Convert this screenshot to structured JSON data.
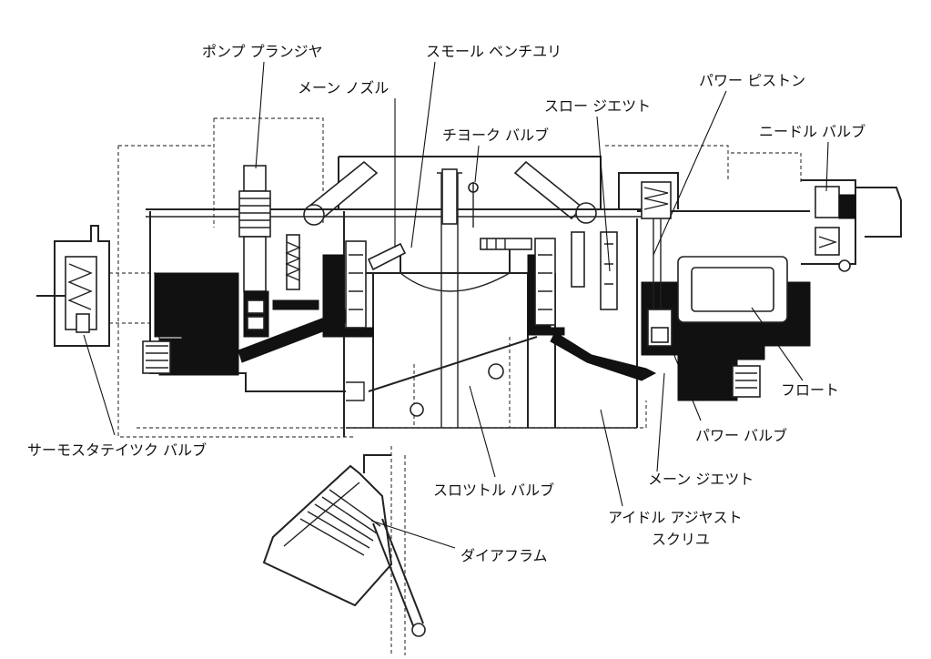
{
  "labels": {
    "pump_plunger": "ポンプ プランジヤ",
    "main_nozzle": "メーン ノズル",
    "small_venturi": "スモール ベンチユリ",
    "choke_valve": "チヨーク バルブ",
    "slow_jet": "スロー ジエツト",
    "power_piston": "パワー ピストン",
    "needle_valve": "ニードル バルブ",
    "float": "フロート",
    "power_valve": "パワー バルブ",
    "main_jet": "メーン ジエツト",
    "idle_adjust_1": "アイドル アジヤスト",
    "idle_adjust_2": "スクリユ",
    "diaphragm": "ダイアフラム",
    "throttle_valve": "スロツトル バルブ",
    "thermostatic_valve": "サーモスタテイツク バルブ"
  },
  "colors": {
    "ink": "#111111",
    "paper": "#ffffff"
  }
}
